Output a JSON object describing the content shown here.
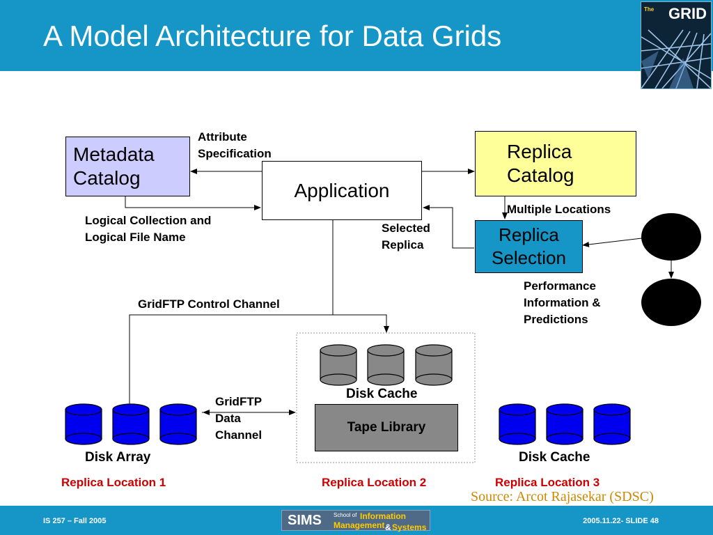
{
  "slide": {
    "title": "A Model Architecture for Data Grids",
    "book_cover": {
      "the": "The",
      "grid": "GRID"
    }
  },
  "nodes": {
    "metadata_catalog": "Metadata\nCatalog",
    "application": "Application",
    "replica_catalog": "Replica\nCatalog",
    "replica_selection": "Replica\nSelection",
    "tape_library": "Tape Library"
  },
  "labels": {
    "attribute_spec": "Attribute\nSpecification",
    "logical_collection": "Logical Collection and\nLogical File Name",
    "selected_replica": "Selected\nReplica",
    "multiple_locations": "Multiple Locations",
    "performance_info": "Performance\nInformation &\nPredictions",
    "gridftp_control": "GridFTP Control Channel",
    "gridftp_data": "GridFTP\nData\nChannel",
    "disk_cache_center": "Disk Cache",
    "disk_array": "Disk Array",
    "disk_cache_right": "Disk Cache"
  },
  "locations": {
    "loc1": "Replica Location 1",
    "loc2": "Replica Location 2",
    "loc3": "Replica Location 3"
  },
  "source": "Source: Arcot Rajasekar (SDSC)",
  "footer": {
    "left": "IS 257 – Fall 2005",
    "right": "2005.11.22- SLIDE 48",
    "logo": {
      "sims": "SIMS",
      "school_of": "School of",
      "information": "Information",
      "management": "Management",
      "amp": "&",
      "systems": "Systems"
    }
  },
  "colors": {
    "header_blue": "#1596c7",
    "metadata_fill": "#ccccff",
    "replica_catalog_fill": "#ffff99",
    "replica_selection_fill": "#1596c7",
    "disk_blue": "#0000ee",
    "disk_gray": "#888888",
    "tape_gray": "#888888",
    "location_red": "#cc0000",
    "source_gold": "#cc8800"
  }
}
